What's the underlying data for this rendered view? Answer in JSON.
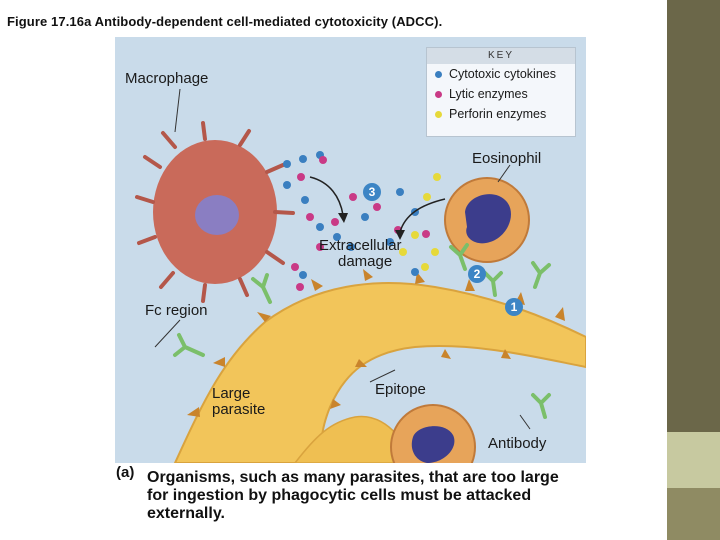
{
  "figure_title": "Figure 17.16a Antibody-dependent cell-mediated cytotoxicity (ADCC).",
  "key": {
    "heading": "KEY",
    "items": [
      {
        "label": "Cytotoxic cytokines",
        "color": "#3a7fc0"
      },
      {
        "label": "Lytic enzymes",
        "color": "#c93a86"
      },
      {
        "label": "Perforin enzymes",
        "color": "#e6d93a"
      }
    ]
  },
  "labels": {
    "macrophage": "Macrophage",
    "eosinophil": "Eosinophil",
    "extracellular_line1": "Extracellular",
    "extracellular_line2": "damage",
    "fc_region": "Fc region",
    "large_line1": "Large",
    "large_line2": "parasite",
    "epitope": "Epitope",
    "antibody": "Antibody"
  },
  "badges": [
    "3",
    "2",
    "1"
  ],
  "caption": {
    "letter": "(a)",
    "text": "Organisms, such as many parasites, that are too large for ingestion by phagocytic cells must be attacked externally."
  },
  "colors": {
    "panel_background": "#c9dbea",
    "parasite": "#f2c55a",
    "macrophage": "#c96a5a",
    "eosinophil_nucleus": "#3c3d8c",
    "antibody": "#7bbf6a",
    "badge": "#3c85c5",
    "sidebar": "#6b6749"
  }
}
